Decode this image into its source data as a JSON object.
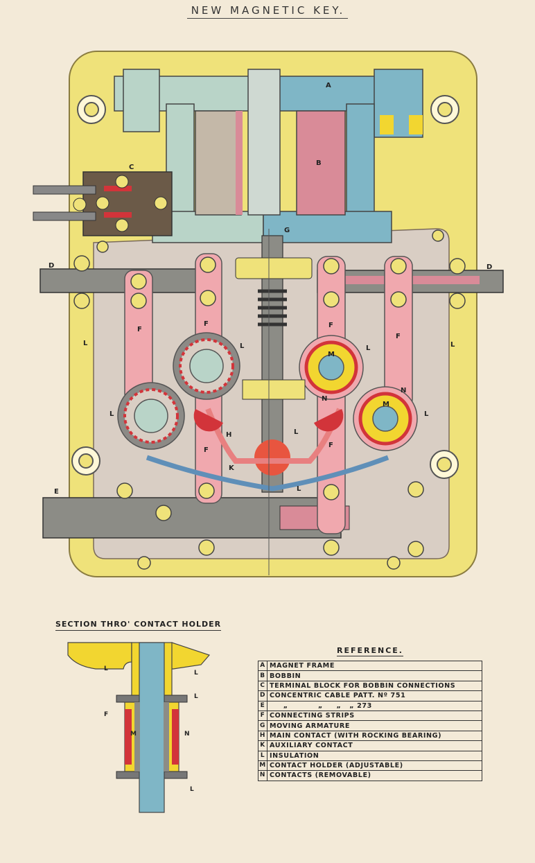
{
  "title": "NEW MAGNETIC KEY.",
  "section_title": "SECTION THRO' CONTACT HOLDER",
  "reference": {
    "title": "REFERENCE.",
    "rows": [
      {
        "key": "A",
        "text": "MAGNET FRAME"
      },
      {
        "key": "B",
        "text": "BOBBIN"
      },
      {
        "key": "C",
        "text": "TERMINAL BLOCK FOR BOBBIN CONNECTIONS"
      },
      {
        "key": "D",
        "text": "CONCENTRIC CABLE PATT. Nº 751"
      },
      {
        "key": "E",
        "text": "     „           „     „   „ 273"
      },
      {
        "key": "F",
        "text": "CONNECTING STRIPS"
      },
      {
        "key": "G",
        "text": "MOVING ARMATURE"
      },
      {
        "key": "H",
        "text": "MAIN CONTACT (WITH ROCKING BEARING)"
      },
      {
        "key": "K",
        "text": "AUXILIARY CONTACT"
      },
      {
        "key": "L",
        "text": "INSULATION"
      },
      {
        "key": "M",
        "text": "CONTACT HOLDER (ADJUSTABLE)"
      },
      {
        "key": "N",
        "text": "CONTACTS (REMOVABLE)"
      }
    ]
  },
  "diagram_labels": {
    "A": "A",
    "B": "B",
    "C": "C",
    "D": "D",
    "E": "E",
    "F": "F",
    "G": "G",
    "H": "H",
    "K": "K",
    "L": "L",
    "M": "M",
    "N": "N"
  },
  "colors": {
    "frame": "#efe27a",
    "base": "#d9cec4",
    "magnet_blue": "#7fb6c6",
    "magnet_green": "#b9d4c8",
    "bobbin": "#d98b98",
    "strip_pink": "#f0a8ae",
    "red": "#d2343a",
    "cable": "#8c8c86",
    "yellow": "#f2d630"
  }
}
